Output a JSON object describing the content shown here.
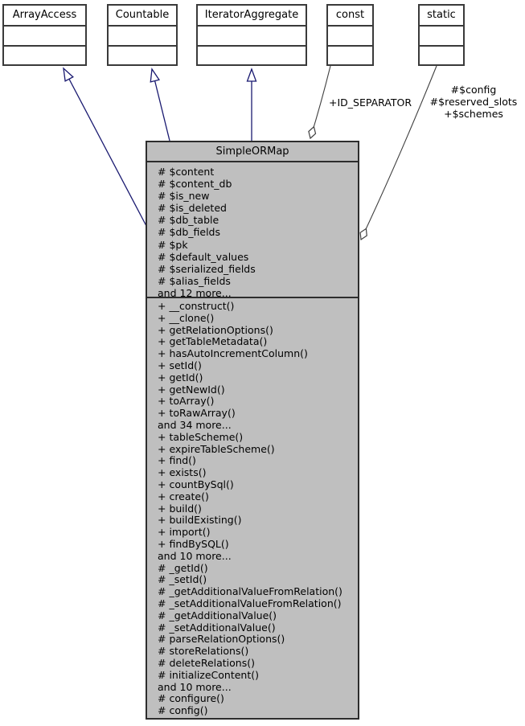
{
  "diagram": {
    "main_class": {
      "name": "SimpleORMap",
      "attributes": [
        "# $content",
        "# $content_db",
        "# $is_new",
        "# $is_deleted",
        "# $db_table",
        "# $db_fields",
        "# $pk",
        "# $default_values",
        "# $serialized_fields",
        "# $alias_fields",
        "and 12 more..."
      ],
      "methods": [
        "+ __construct()",
        "+ __clone()",
        "+ getRelationOptions()",
        "+ getTableMetadata()",
        "+ hasAutoIncrementColumn()",
        "+ setId()",
        "+ getId()",
        "+ getNewId()",
        "+ toArray()",
        "+ toRawArray()",
        "and 34 more...",
        "+ tableScheme()",
        "+ expireTableScheme()",
        "+ find()",
        "+ exists()",
        "+ countBySql()",
        "+ create()",
        "+ build()",
        "+ buildExisting()",
        "+ import()",
        "+ findBySQL()",
        "and 10 more...",
        "# _getId()",
        "# _setId()",
        "# _getAdditionalValueFromRelation()",
        "# _setAdditionalValueFromRelation()",
        "# _getAdditionalValue()",
        "# _setAdditionalValue()",
        "# parseRelationOptions()",
        "# storeRelations()",
        "# deleteRelations()",
        "# initializeContent()",
        "and 10 more...",
        "# configure()",
        "# config()"
      ]
    },
    "interfaces": [
      {
        "name": "ArrayAccess"
      },
      {
        "name": "Countable"
      },
      {
        "name": "IteratorAggregate"
      }
    ],
    "helpers": [
      {
        "name": "const",
        "edge_label_lines": [
          "+ID_SEPARATOR"
        ]
      },
      {
        "name": "static",
        "edge_label_lines": [
          "#$config",
          "#$reserved_slots",
          "+$schemes"
        ]
      }
    ],
    "colors": {
      "inheritance_edge": "#191970",
      "usage_edge": "#3f3f3f",
      "main_fill": "#bfbfbf",
      "box_border": "#3a3a3a"
    }
  }
}
